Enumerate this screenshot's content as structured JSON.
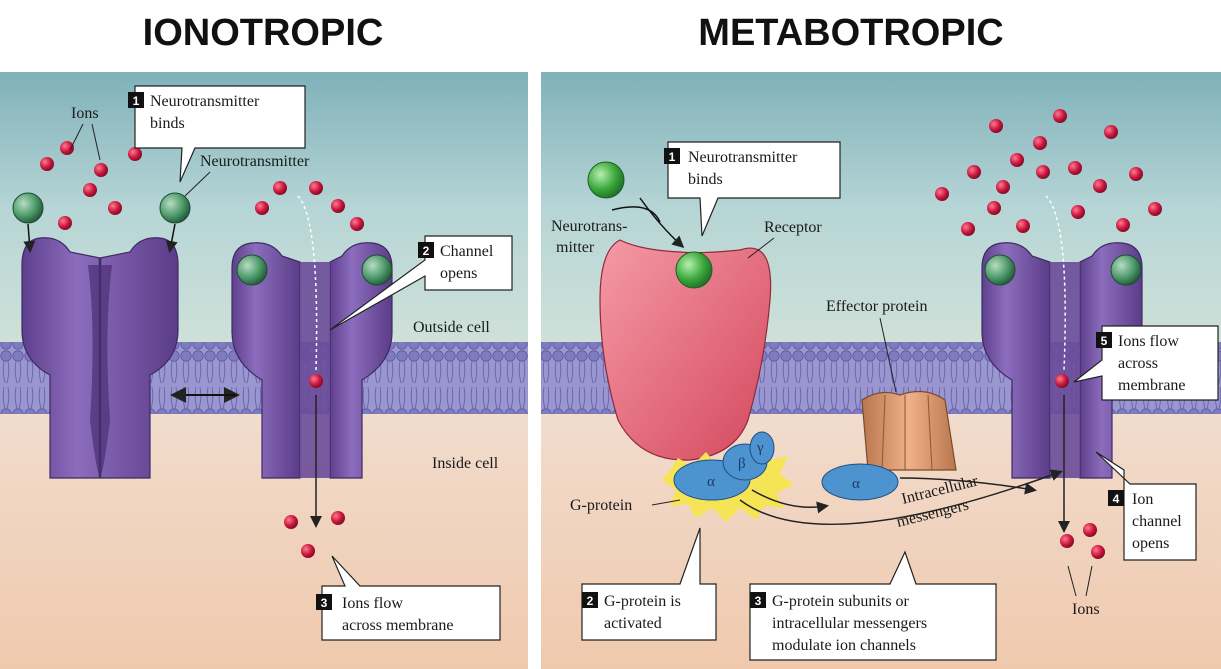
{
  "headings": {
    "left": "IONOTROPIC",
    "right": "METABOTROPIC"
  },
  "ionotropic": {
    "ions": "Ions",
    "neurotransmitter": "Neurotransmitter",
    "outside_cell": "Outside cell",
    "inside_cell": "Inside cell",
    "step1": {
      "num": "1",
      "line1": "Neurotransmitter",
      "line2": "binds"
    },
    "step2": {
      "num": "2",
      "line1": "Channel",
      "line2": "opens"
    },
    "step3": {
      "num": "3",
      "line1": "Ions flow",
      "line2": "across membrane"
    }
  },
  "metabotropic": {
    "neurotransmitter_line1": "Neurotrans-",
    "neurotransmitter_line2": "mitter",
    "receptor": "Receptor",
    "effector_protein": "Effector protein",
    "g_protein": "G-protein",
    "intracellular_line1": "Intracellular",
    "intracellular_line2": "messengers",
    "ions": "Ions",
    "alpha": "α",
    "beta": "β",
    "gamma": "γ",
    "step1": {
      "num": "1",
      "line1": "Neurotransmitter",
      "line2": "binds"
    },
    "step2": {
      "num": "2",
      "line1": "G-protein is",
      "line2": "activated"
    },
    "step3": {
      "num": "3",
      "line1": "G-protein subunits or",
      "line2": "intracellular messengers",
      "line3": "modulate ion channels"
    },
    "step4": {
      "num": "4",
      "line1": "Ion",
      "line2": "channel",
      "line3": "opens"
    },
    "step5": {
      "num": "5",
      "line1": "Ions flow",
      "line2": "across",
      "line3": "membrane"
    }
  },
  "colors": {
    "outside": "#a9ced3",
    "inside": "#f3d2c0",
    "membrane": "#8e8ac6",
    "channel": "#7c5aa8",
    "ion": "#c8163e",
    "neurotransmitter": "#3aa83a",
    "receptor": "#e86a7c",
    "g_protein": "#4c93d0",
    "effector": "#dd9a6c"
  }
}
